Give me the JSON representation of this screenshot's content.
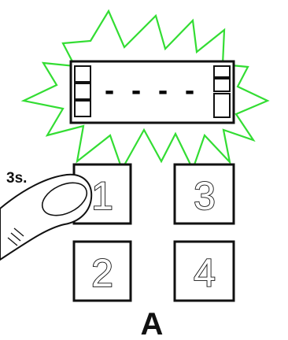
{
  "diagram": {
    "display": {
      "readout": "----",
      "state": "flashing"
    },
    "press_label": "3s.",
    "caption": "A",
    "buttons": [
      {
        "digit": "1",
        "pressed": true
      },
      {
        "digit": "3",
        "pressed": false
      },
      {
        "digit": "2",
        "pressed": false
      },
      {
        "digit": "4",
        "pressed": false
      }
    ],
    "colors": {
      "flash": "#33dd33",
      "outline": "#111111",
      "background": "#ffffff"
    }
  }
}
